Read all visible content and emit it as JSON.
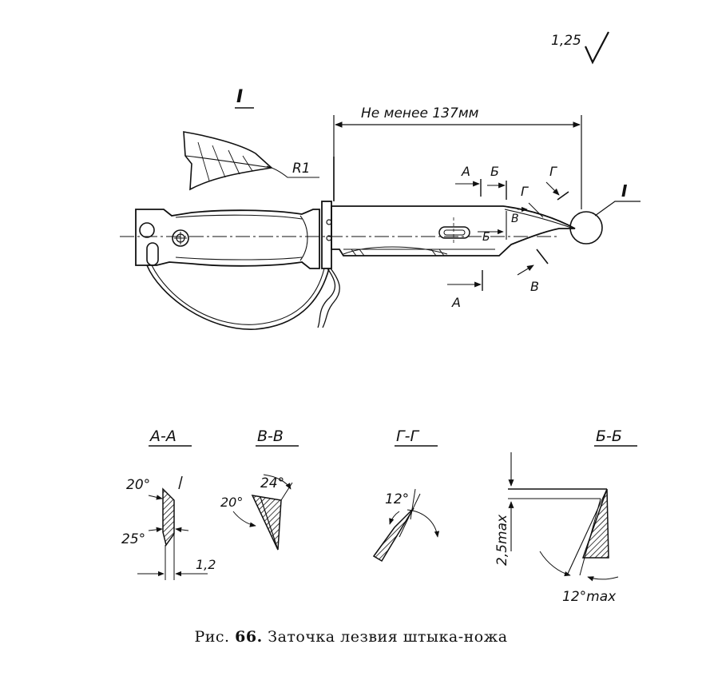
{
  "finish": "1,25",
  "detail_marker": "I",
  "dimension_length": "Не менее 137мм",
  "radius": "R1",
  "section_marks": {
    "a": "А",
    "b": "Б",
    "v": "В",
    "g": "Г"
  },
  "sections": {
    "aa": {
      "title": "А-А",
      "angle_top": "20°",
      "angle_bottom": "25°",
      "thickness": "1,2"
    },
    "vv": {
      "title": "В-В",
      "angle_left": "20°",
      "angle_right": "24°"
    },
    "gg": {
      "title": "Г-Г",
      "angle": "12°"
    },
    "bb": {
      "title": "Б-Б",
      "height": "2,5max",
      "angle": "12°max"
    }
  },
  "caption": {
    "prefix": "Рис.",
    "number": "66.",
    "text": "Заточка лезвия штыка-ножа"
  }
}
